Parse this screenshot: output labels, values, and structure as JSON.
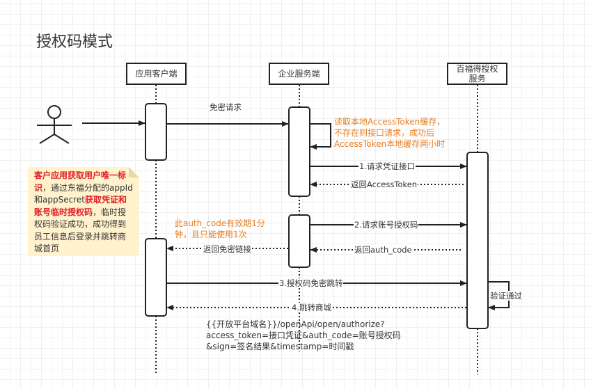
{
  "title": "授权码模式",
  "participants": {
    "client": "应用客户端",
    "enterprise": "企业服务端",
    "auth": "百福得授权服务"
  },
  "messages": {
    "m0": "免密请求",
    "m1": "1.请求凭证接口",
    "m1_return": "返回AccessToken",
    "m2": "2.请求账号授权码",
    "m2_return": "返回auth_code",
    "m2_forward": "返回免密链接",
    "m3": "3.授权码免密跳转",
    "m3_self": "验证通过",
    "m4": "4.跳转商城"
  },
  "annotations": {
    "cache_note": [
      "读取本地AccessToken缓存，",
      "不存在则接口请求，成功后",
      "AccessToken本地缓存两小时"
    ],
    "auth_code_note": [
      "此auth_code有效期1分",
      "钟，且只能使用1次"
    ]
  },
  "note": {
    "segments": [
      {
        "text": "客户应用获取用户唯一标识",
        "emphasis": true
      },
      {
        "text": "，通过东福分配的appId和appSecret",
        "emphasis": false
      },
      {
        "text": "获取凭证和账号临时授权码",
        "emphasis": true
      },
      {
        "text": "，临时授权码验证成功，成功得到员工信息后登录并跳转商城首页",
        "emphasis": false
      }
    ]
  },
  "url_text": [
    "{{开放平台域名}}/openApi/open/authorize?",
    "access_token=接口凭证&auth_code=账号授权码",
    "&sign=签名结果&timestamp=时间戳"
  ],
  "colors": {
    "line": "#222222",
    "annotation": "#e67e22",
    "emphasis": "#e0202a",
    "note_bg": "#fff2cc"
  }
}
